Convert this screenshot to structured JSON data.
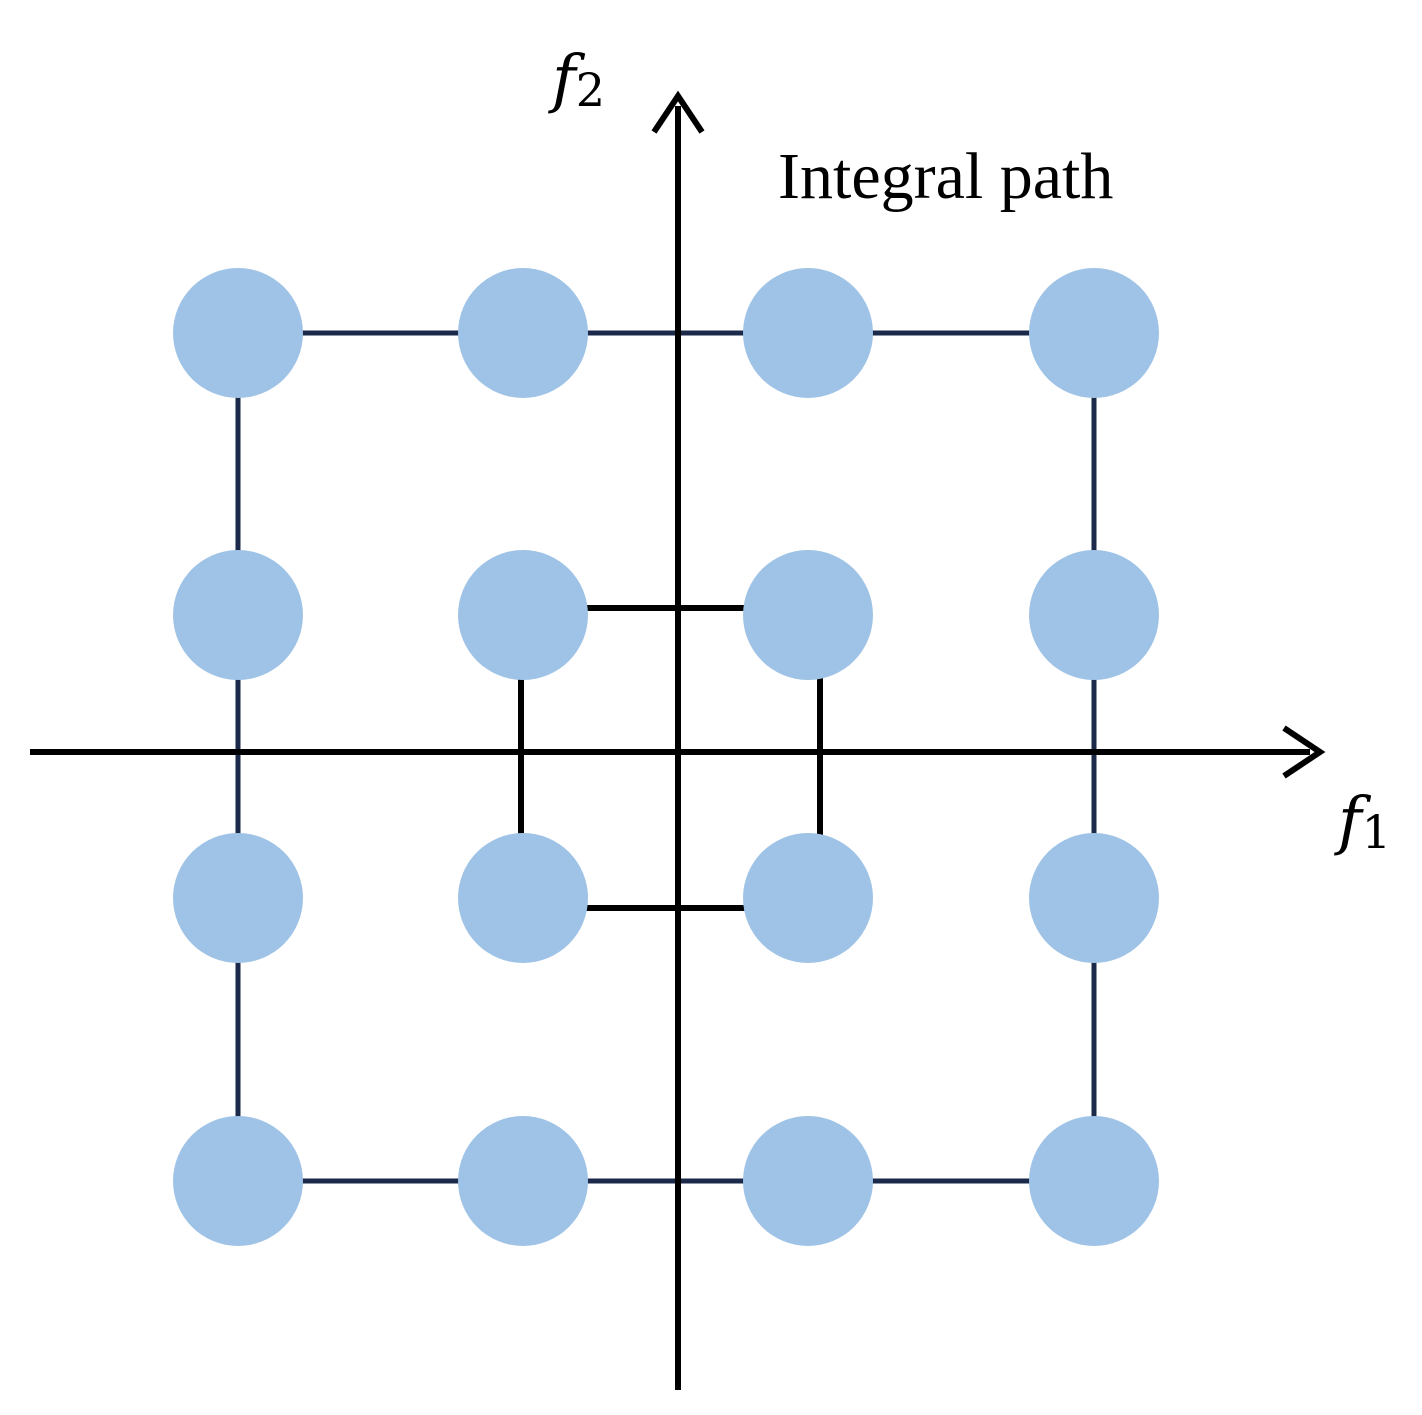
{
  "labels": {
    "x_axis_main": "f",
    "x_axis_sub": "1",
    "y_axis_main": "f",
    "y_axis_sub": "2",
    "annotation": "Integral path"
  },
  "grid": {
    "columns": 4,
    "rows": 4
  },
  "colors": {
    "node": "#9fc3e6",
    "outer_path": "#1b2a4a",
    "inner_path": "#000000",
    "axis": "#000000"
  }
}
